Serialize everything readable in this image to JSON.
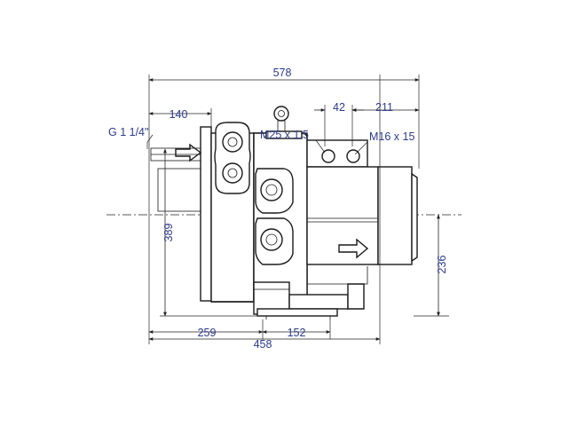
{
  "dimensions": {
    "overall_length": "578",
    "inlet_offset": "140",
    "hole_spacing": "42",
    "motor_offset": "211",
    "height": "389",
    "center_height": "236",
    "base_left": "259",
    "base_width": "152",
    "base_length": "458"
  },
  "callouts": {
    "pipe_thread": "G 1 1/4\"",
    "port_thread": "M25 x 1.5",
    "eyebolt_thread": "M16 x 15"
  }
}
